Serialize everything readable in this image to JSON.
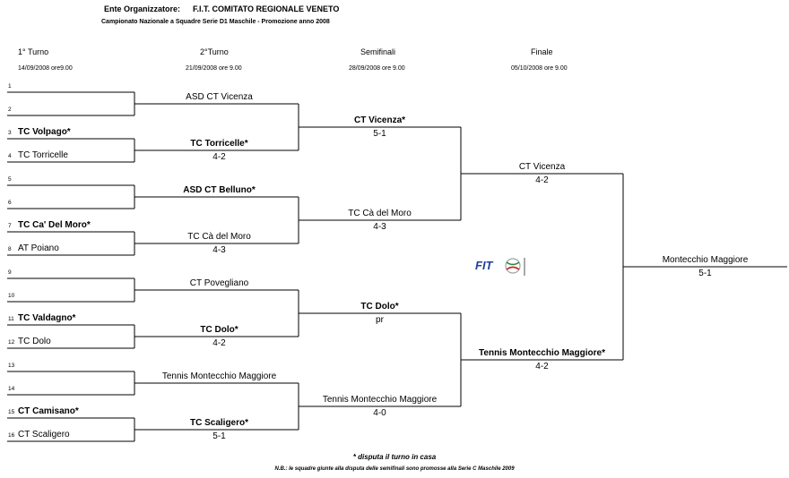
{
  "header": {
    "organizer_label": "Ente Organizzatore:",
    "organizer_name": "F.I.T.  COMITATO REGIONALE VENETO",
    "subtitle": "Campionato Nazionale a Squadre  Serie D1 Maschile - Promozione anno 2008"
  },
  "rounds": [
    {
      "name": "1° Turno",
      "date": "14/09/2008 ore9.00"
    },
    {
      "name": "2°Turno",
      "date": "21/09/2008 ore 9.00"
    },
    {
      "name": "Semifinali",
      "date": "28/09/2008 ore 9.00"
    },
    {
      "name": "Finale",
      "date": "05/10/2008 ore 9.00"
    }
  ],
  "first_round": [
    {
      "num": "1",
      "team": "",
      "bold": false
    },
    {
      "num": "2",
      "team": "",
      "bold": false
    },
    {
      "num": "3",
      "team": "TC Volpago*",
      "bold": true
    },
    {
      "num": "4",
      "team": "TC Torricelle",
      "bold": false
    },
    {
      "num": "5",
      "team": "",
      "bold": false
    },
    {
      "num": "6",
      "team": "",
      "bold": false
    },
    {
      "num": "7",
      "team": "TC Ca' Del Moro*",
      "bold": true
    },
    {
      "num": "8",
      "team": "AT Poiano",
      "bold": false
    },
    {
      "num": "9",
      "team": "",
      "bold": false
    },
    {
      "num": "10",
      "team": "",
      "bold": false
    },
    {
      "num": "11",
      "team": "TC Valdagno*",
      "bold": true
    },
    {
      "num": "12",
      "team": "TC Dolo",
      "bold": false
    },
    {
      "num": "13",
      "team": "",
      "bold": false
    },
    {
      "num": "14",
      "team": "",
      "bold": false
    },
    {
      "num": "15",
      "team": "CT Camisano*",
      "bold": true
    },
    {
      "num": "16",
      "team": "CT Scaligero",
      "bold": false
    }
  ],
  "second_round": [
    {
      "team": "ASD CT Vicenza",
      "score": "",
      "bold": false
    },
    {
      "team": "TC Torricelle*",
      "score": "4-2",
      "bold": true
    },
    {
      "team": "ASD CT Belluno*",
      "score": "",
      "bold": true
    },
    {
      "team": "TC Cà del Moro",
      "score": "4-3",
      "bold": false
    },
    {
      "team": "CT Povegliano",
      "score": "",
      "bold": false
    },
    {
      "team": "TC Dolo*",
      "score": "4-2",
      "bold": true
    },
    {
      "team": "Tennis Montecchio Maggiore",
      "score": "",
      "bold": false
    },
    {
      "team": "TC Scaligero*",
      "score": "5-1",
      "bold": true
    }
  ],
  "semifinals": [
    {
      "team": "CT Vicenza*",
      "score": "5-1",
      "bold": true
    },
    {
      "team": "TC Cà del Moro",
      "score": "4-3",
      "bold": false
    },
    {
      "team": "TC Dolo*",
      "score": "pr",
      "bold": true
    },
    {
      "team": "Tennis Montecchio Maggiore",
      "score": "4-0",
      "bold": false
    }
  ],
  "final": [
    {
      "team": "CT Vicenza",
      "score": "4-2",
      "bold": false
    },
    {
      "team": "Tennis Montecchio Maggiore*",
      "score": "4-2",
      "bold": true
    }
  ],
  "winner": {
    "team": "Montecchio Maggiore",
    "score": "5-1",
    "bold": false
  },
  "notes": {
    "home": "*  disputa il turno in casa",
    "nb": "N.B.: le squadre giunte alla disputa delle semifinali sono promosse alla Serie C Maschile 2009"
  },
  "logo_text": "FIT"
}
